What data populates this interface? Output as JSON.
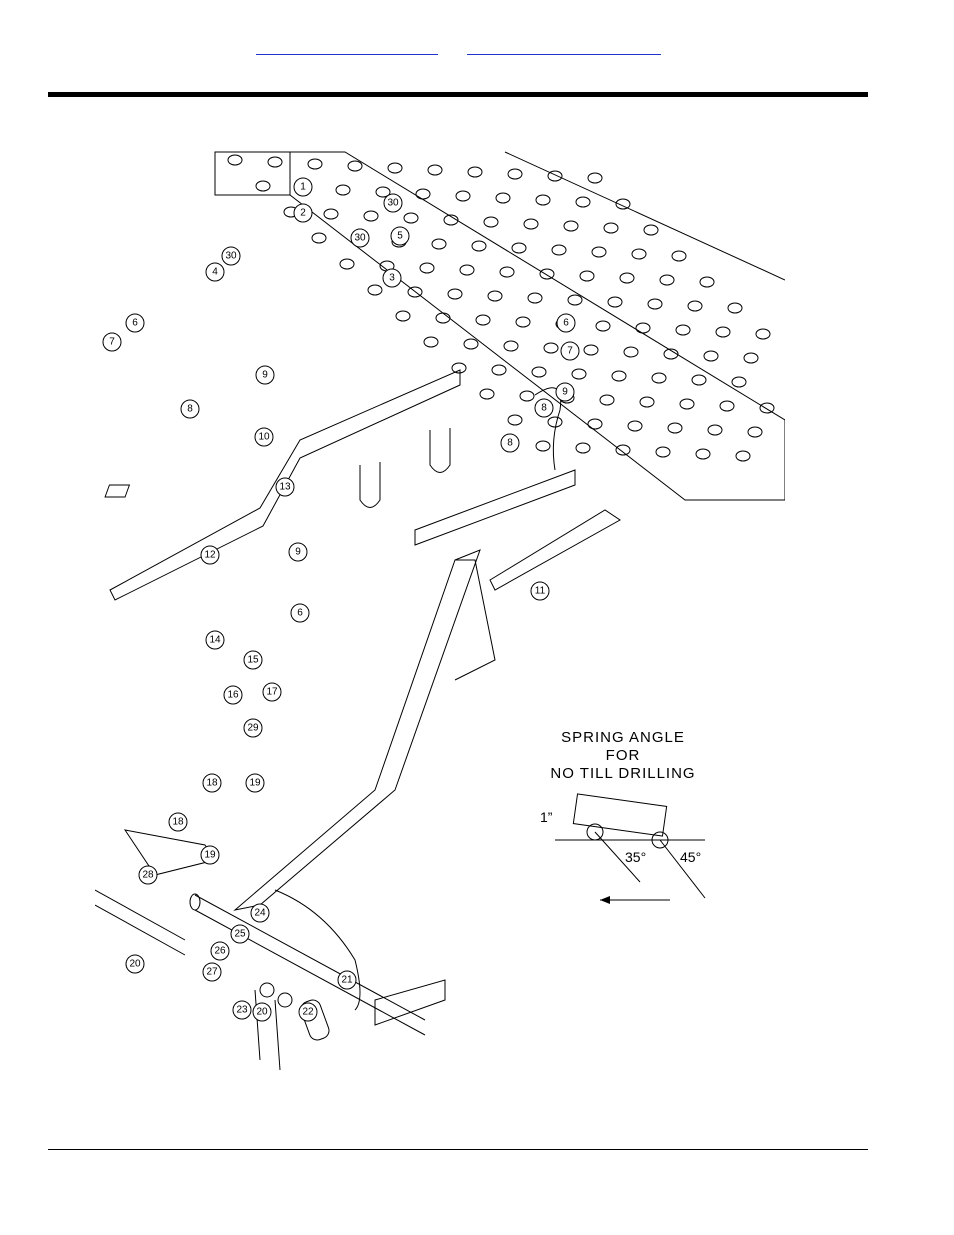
{
  "header": {
    "link_a": "",
    "link_b": ""
  },
  "note": {
    "line1": "SPRING ANGLE",
    "line2": "FOR",
    "line3": "NO TILL DRILLING",
    "dim": "1”",
    "angle1": "35°",
    "angle2": "45°"
  },
  "callouts": [
    "1",
    "2",
    "30",
    "30",
    "30",
    "3",
    "4",
    "5",
    "6",
    "7",
    "6",
    "7",
    "8",
    "9",
    "9",
    "8",
    "10",
    "8",
    "9",
    "12",
    "11",
    "6",
    "13",
    "14",
    "15",
    "16",
    "29",
    "17",
    "18",
    "19",
    "28",
    "18",
    "19",
    "20",
    "24",
    "25",
    "26",
    "27",
    "23",
    "22",
    "20",
    "21"
  ]
}
